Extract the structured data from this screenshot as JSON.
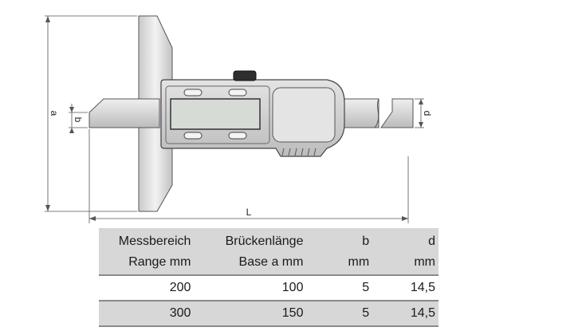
{
  "drawing": {
    "dim_a": "a",
    "dim_b": "b",
    "dim_d": "d",
    "dim_L": "L"
  },
  "table": {
    "headers": [
      {
        "line1": "Messbereich",
        "line2": "Range mm"
      },
      {
        "line1": "Brückenlänge",
        "line2": "Base a mm"
      },
      {
        "line1": "b",
        "line2": "mm"
      },
      {
        "line1": "d",
        "line2": "mm"
      }
    ],
    "rows": [
      [
        "200",
        "100",
        "5",
        "14,5"
      ],
      [
        "300",
        "150",
        "5",
        "14,5"
      ]
    ]
  }
}
